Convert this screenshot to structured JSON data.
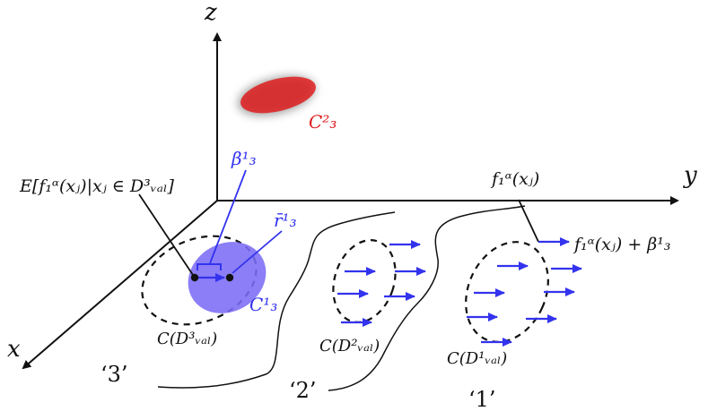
{
  "axes": {
    "x": "x",
    "y": "y",
    "z": "z"
  },
  "labels": {
    "expectation": "E[f₁ᵅ(xⱼ)|xⱼ ∈ D³ᵥₐₗ]",
    "f_plain": "f₁ᵅ(xⱼ)",
    "f_plus_beta": "f₁ᵅ(xⱼ) + β¹₃",
    "beta": "β¹₃",
    "rbar": "r̄¹₃",
    "c31": "C¹₃",
    "c32": "C²₃",
    "cd3": "C(D³ᵥₐₗ)",
    "cd2": "C(D²ᵥₐₗ)",
    "cd1": "C(D¹ᵥₐₗ)",
    "region3": "‘3’",
    "region2": "‘2’",
    "region1": "‘1’"
  },
  "colors": {
    "blue": "#3333ee",
    "red": "#e0191a",
    "blob": "#7b6cf5",
    "ink": "#111111"
  }
}
